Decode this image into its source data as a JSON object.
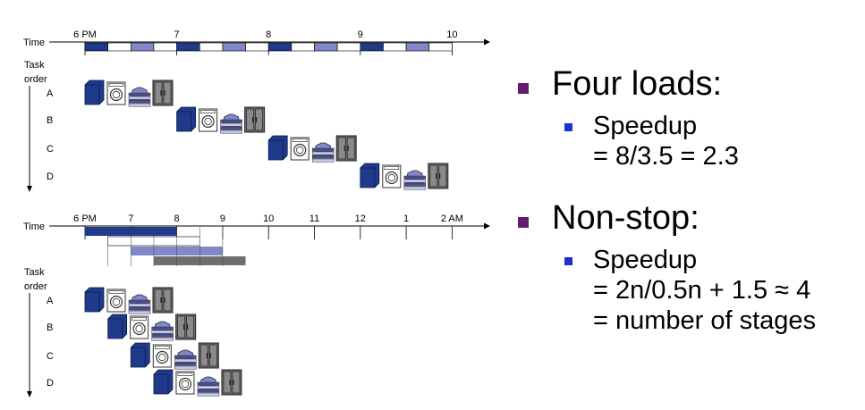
{
  "colors": {
    "washer": "#1f3a8a",
    "dryer_outline": "#333333",
    "folder": "#8088c8",
    "storer": "#6e6e6e",
    "bullet_main": "#6a1a6e",
    "bullet_sub": "#1a2fd6"
  },
  "icons": [
    "washer-icon",
    "dryer-icon",
    "folder-icon",
    "storer-icon"
  ],
  "labels": {
    "time": "Time",
    "task": "Task",
    "order": "order",
    "hours": [
      "6 PM",
      "7",
      "8",
      "9",
      "10",
      "11",
      "12",
      "1",
      "2 AM"
    ],
    "tasks": [
      "A",
      "B",
      "C",
      "D"
    ]
  },
  "top_timeline": {
    "strip": [
      "washer",
      "empty",
      "folder",
      "empty",
      "washer",
      "empty",
      "folder",
      "empty",
      "washer",
      "empty",
      "folder",
      "empty",
      "washer",
      "empty",
      "folder",
      "empty"
    ],
    "task_start_hours": [
      0,
      2,
      4,
      6
    ]
  },
  "bottom_timeline": {
    "stage_start_hours": [
      0,
      0.5,
      1.0,
      1.5
    ],
    "task_start_hours": [
      0,
      0.5,
      1.0,
      1.5
    ]
  },
  "bullets": [
    {
      "text": "Four loads:",
      "sub": [
        "Speedup",
        "= 8/3.5 = 2.3"
      ]
    },
    {
      "text": "Non-stop:",
      "sub": [
        "Speedup",
        "= 2n/0.5n + 1.5 ≈ 4",
        "= number of stages"
      ]
    }
  ]
}
